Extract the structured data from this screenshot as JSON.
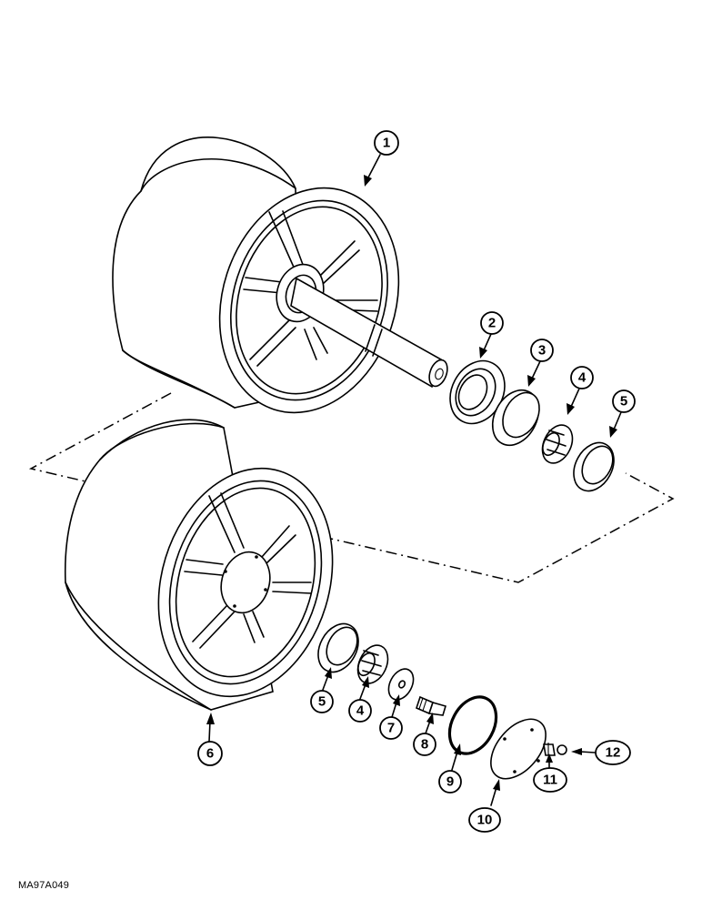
{
  "figure_code": "MA97A049",
  "callouts": [
    {
      "id": "c1",
      "label": "1"
    },
    {
      "id": "c2",
      "label": "2"
    },
    {
      "id": "c3",
      "label": "3"
    },
    {
      "id": "c4a",
      "label": "4"
    },
    {
      "id": "c5a",
      "label": "5"
    },
    {
      "id": "c5b",
      "label": "5"
    },
    {
      "id": "c4b",
      "label": "4"
    },
    {
      "id": "c7",
      "label": "7"
    },
    {
      "id": "c8",
      "label": "8"
    },
    {
      "id": "c6",
      "label": "6"
    },
    {
      "id": "c9",
      "label": "9"
    },
    {
      "id": "c10",
      "label": "10"
    },
    {
      "id": "c11",
      "label": "11"
    },
    {
      "id": "c12",
      "label": "12"
    }
  ]
}
